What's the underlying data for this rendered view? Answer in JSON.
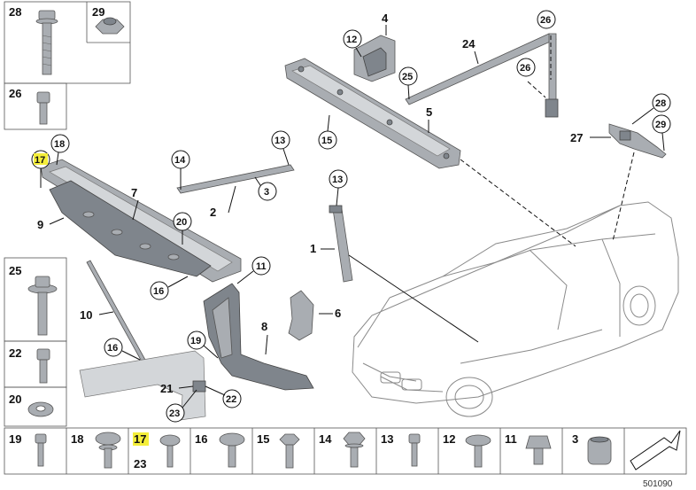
{
  "document_number": "501090",
  "sidebar_fasteners": [
    {
      "label": "28"
    },
    {
      "label": "29"
    },
    {
      "label": "26"
    },
    {
      "label": "25"
    },
    {
      "label": "22"
    },
    {
      "label": "20"
    }
  ],
  "bottom_fasteners": [
    {
      "label": "19"
    },
    {
      "label": "18"
    },
    {
      "label": "17",
      "highlighted": true,
      "secondary": "23"
    },
    {
      "label": "16"
    },
    {
      "label": "15"
    },
    {
      "label": "14"
    },
    {
      "label": "13"
    },
    {
      "label": "12"
    },
    {
      "label": "11"
    },
    {
      "label": "3"
    }
  ],
  "callouts": {
    "c1": "1",
    "c2": "2",
    "c3": "3",
    "c4": "4",
    "c5": "5",
    "c6": "6",
    "c7": "7",
    "c8": "8",
    "c9": "9",
    "c10": "10",
    "c11": "11",
    "c12": "12",
    "c13a": "13",
    "c13b": "13",
    "c14": "14",
    "c15": "15",
    "c16a": "16",
    "c16b": "16",
    "c17": "17",
    "c18": "18",
    "c19": "19",
    "c20": "20",
    "c21": "21",
    "c22": "22",
    "c23": "23",
    "c24": "24",
    "c25": "25",
    "c26a": "26",
    "c26b": "26",
    "c27": "27",
    "c28": "28",
    "c29": "29"
  },
  "colors": {
    "highlight": "#f4ee3a",
    "part": "#a9adb2",
    "part_dark": "#7f858c",
    "line": "#111111"
  }
}
